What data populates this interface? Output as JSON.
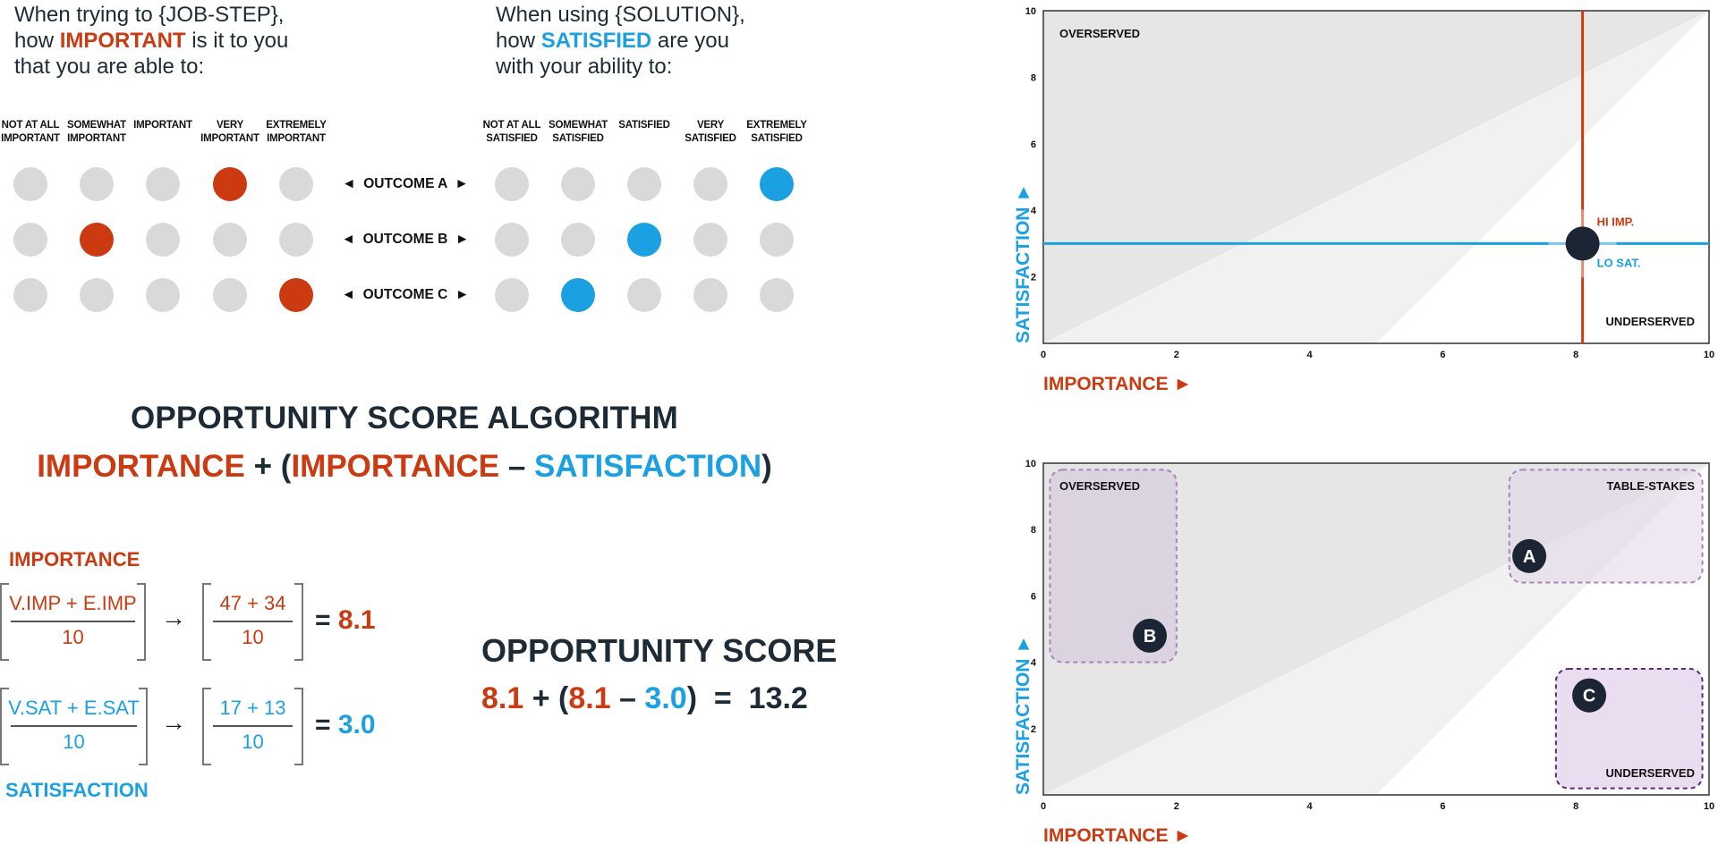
{
  "survey": {
    "importance_question": {
      "line1": "When trying to {JOB-STEP},",
      "line2_pre": "how ",
      "line2_emph": "IMPORTANT",
      "line2_post": " is it to you",
      "line3": "that you are able to:"
    },
    "satisfaction_question": {
      "line1": "When using {SOLUTION},",
      "line2_pre": "how ",
      "line2_emph": "SATISFIED",
      "line2_post": " are you",
      "line3": "with your ability to:"
    },
    "importance_scale": [
      {
        "l1": "NOT AT ALL",
        "l2": "IMPORTANT"
      },
      {
        "l1": "SOMEWHAT",
        "l2": "IMPORTANT"
      },
      {
        "l1": "",
        "l2": "IMPORTANT"
      },
      {
        "l1": "VERY",
        "l2": "IMPORTANT"
      },
      {
        "l1": "EXTREMELY",
        "l2": "IMPORTANT"
      }
    ],
    "satisfaction_scale": [
      {
        "l1": "NOT AT ALL",
        "l2": "SATISFIED"
      },
      {
        "l1": "SOMEWHAT",
        "l2": "SATISFIED"
      },
      {
        "l1": "",
        "l2": "SATISFIED"
      },
      {
        "l1": "VERY",
        "l2": "SATISFIED"
      },
      {
        "l1": "EXTREMELY",
        "l2": "SATISFIED"
      }
    ],
    "outcomes": [
      {
        "label": "◄  OUTCOME A  ►",
        "importance_selected": 3,
        "satisfaction_selected": 4
      },
      {
        "label": "◄  OUTCOME B  ►",
        "importance_selected": 1,
        "satisfaction_selected": 2
      },
      {
        "label": "◄  OUTCOME C  ►",
        "importance_selected": 4,
        "satisfaction_selected": 1
      }
    ]
  },
  "algorithm": {
    "title": "OPPORTUNITY SCORE ALGORITHM",
    "f_imp1": "IMPORTANCE",
    "f_plus": " + (",
    "f_imp2": "IMPORTANCE",
    "f_minus": " – ",
    "f_sat": "SATISFACTION",
    "f_close": ")"
  },
  "calc": {
    "importance_label": "IMPORTANCE",
    "satisfaction_label": "SATISFACTION",
    "imp_formula_num": "V.IMP + E.IMP",
    "imp_formula_den": "10",
    "imp_values_num": "47 + 34",
    "imp_values_den": "10",
    "imp_eq": "= ",
    "imp_result": "8.1",
    "sat_formula_num": "V.SAT + E.SAT",
    "sat_formula_den": "10",
    "sat_values_num": "17 + 13",
    "sat_values_den": "10",
    "sat_eq": "= ",
    "sat_result": "3.0",
    "arrow": "→"
  },
  "opportunity": {
    "title": "OPPORTUNITY SCORE",
    "imp1": "8.1",
    "plus": " + (",
    "imp2": "8.1",
    "minus": " – ",
    "sat": "3.0",
    "close": ")",
    "equals": "  =  ",
    "result": "13.2"
  },
  "colors": {
    "importance": "#cc3a12",
    "satisfaction": "#1ba1e2",
    "dark": "#1c2b36",
    "unselected": "#d9d9d9"
  },
  "chart_data": [
    {
      "type": "scatter",
      "xlabel": "IMPORTANCE ►",
      "ylabel": "SATISFACTION ►",
      "xlim": [
        0,
        10
      ],
      "ylim": [
        0,
        10
      ],
      "x_ticks": [
        0,
        2,
        4,
        6,
        8,
        10
      ],
      "y_ticks": [
        2,
        4,
        6,
        8,
        10
      ],
      "region_labels": [
        "OVERSERVED",
        "UNDERSERVED"
      ],
      "point": {
        "x": 8.1,
        "y": 3.0
      },
      "annotations": [
        "HI IMP.",
        "LO SAT."
      ]
    },
    {
      "type": "scatter",
      "xlabel": "IMPORTANCE ►",
      "ylabel": "SATISFACTION ►",
      "xlim": [
        0,
        10
      ],
      "ylim": [
        0,
        10
      ],
      "x_ticks": [
        0,
        2,
        4,
        6,
        8,
        10
      ],
      "y_ticks": [
        2,
        4,
        6,
        8,
        10
      ],
      "region_labels": [
        "OVERSERVED",
        "TABLE-STAKES",
        "UNDERSERVED"
      ],
      "points": [
        {
          "label": "A",
          "x": 7.3,
          "y": 7.2
        },
        {
          "label": "B",
          "x": 1.6,
          "y": 4.8
        },
        {
          "label": "C",
          "x": 8.2,
          "y": 3.0
        }
      ],
      "zones": [
        {
          "name": "OVERSERVED",
          "x": [
            0.1,
            2.0
          ],
          "y": [
            4.0,
            9.8
          ]
        },
        {
          "name": "TABLE-STAKES",
          "x": [
            7.0,
            9.9
          ],
          "y": [
            6.4,
            9.8
          ]
        },
        {
          "name": "UNDERSERVED",
          "x": [
            7.7,
            9.9
          ],
          "y": [
            0.2,
            3.8
          ]
        }
      ]
    }
  ]
}
